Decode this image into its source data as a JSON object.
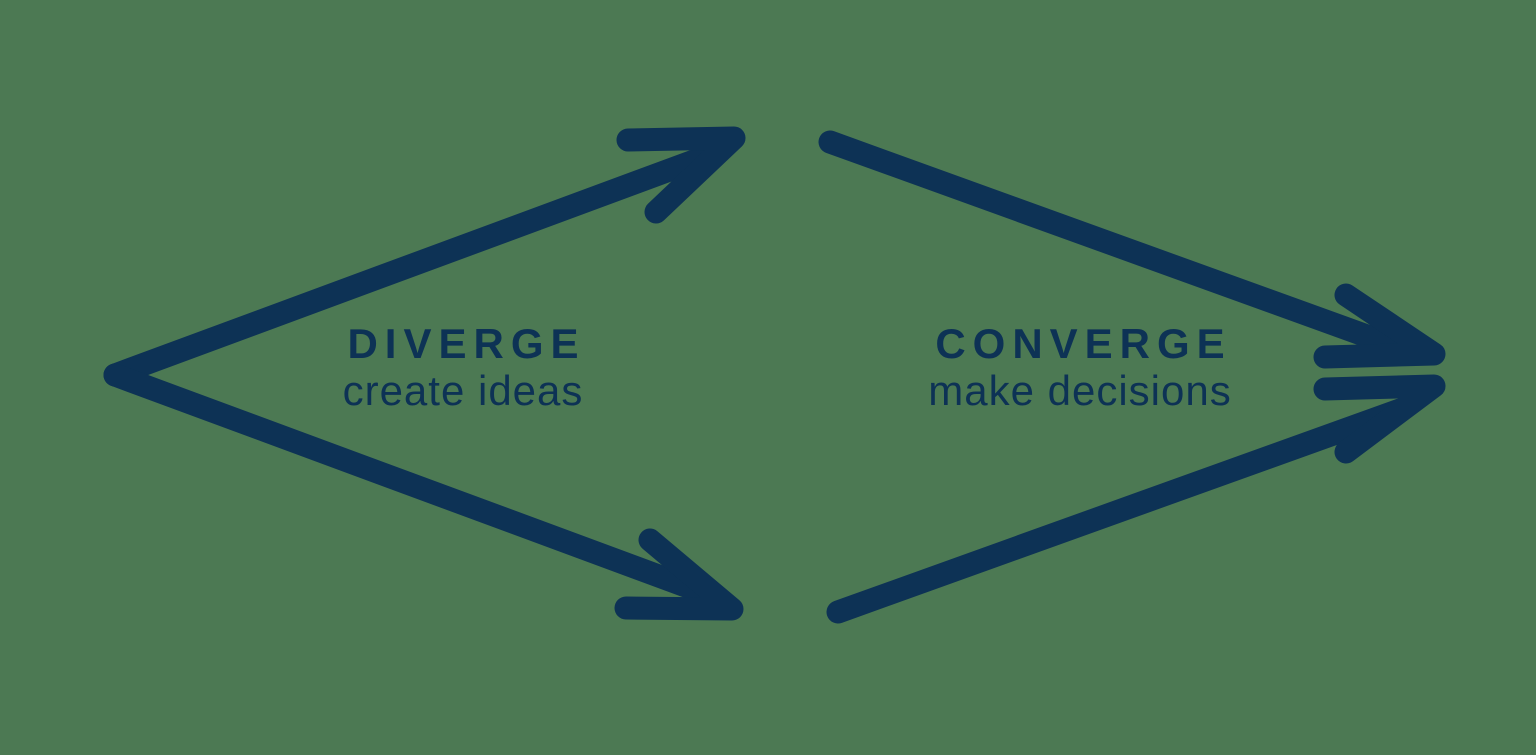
{
  "diagram": {
    "phases": [
      {
        "title": "DIVERGE",
        "subtitle": "create ideas"
      },
      {
        "title": "CONVERGE",
        "subtitle": "make decisions"
      }
    ]
  },
  "colors": {
    "background": "#4c7953",
    "arrow": "#0d3255",
    "text": "#0d3255"
  },
  "icons": {
    "diverge_arrows": "two arrows spreading from a left point up-right and down-right",
    "converge_arrows": "two arrows meeting at a right point from upper-left and lower-left"
  }
}
